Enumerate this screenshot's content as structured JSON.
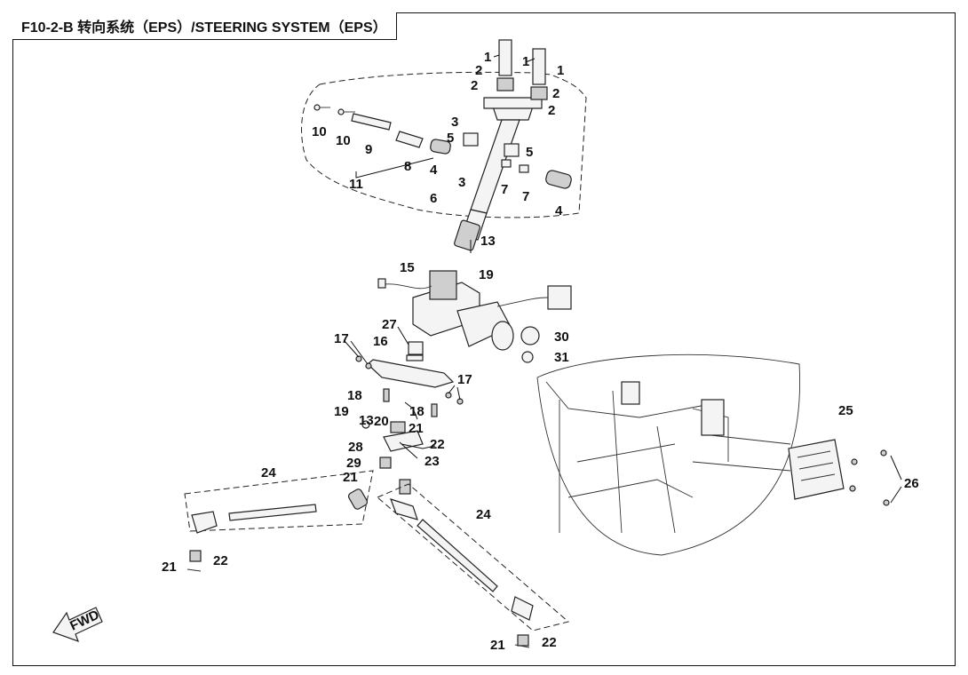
{
  "title": "F10-2-B 转向系统（EPS）/STEERING SYSTEM（EPS）",
  "fwd_label": "FWD",
  "callouts": [
    {
      "id": "c1a",
      "text": "1"
    },
    {
      "id": "c1b",
      "text": "1"
    },
    {
      "id": "c1c",
      "text": "1"
    },
    {
      "id": "c2a",
      "text": "2"
    },
    {
      "id": "c2b",
      "text": "2"
    },
    {
      "id": "c2c",
      "text": "2"
    },
    {
      "id": "c2d",
      "text": "2"
    },
    {
      "id": "c3a",
      "text": "3"
    },
    {
      "id": "c3b",
      "text": "3"
    },
    {
      "id": "c4a",
      "text": "4"
    },
    {
      "id": "c4b",
      "text": "4"
    },
    {
      "id": "c5a",
      "text": "5"
    },
    {
      "id": "c5b",
      "text": "5"
    },
    {
      "id": "c6",
      "text": "6"
    },
    {
      "id": "c7a",
      "text": "7"
    },
    {
      "id": "c7b",
      "text": "7"
    },
    {
      "id": "c8",
      "text": "8"
    },
    {
      "id": "c9",
      "text": "9"
    },
    {
      "id": "c10a",
      "text": "10"
    },
    {
      "id": "c10b",
      "text": "10"
    },
    {
      "id": "c11",
      "text": "11"
    },
    {
      "id": "c13a",
      "text": "13"
    },
    {
      "id": "c13b",
      "text": "13"
    },
    {
      "id": "c15",
      "text": "15"
    },
    {
      "id": "c16",
      "text": "16"
    },
    {
      "id": "c17a",
      "text": "17"
    },
    {
      "id": "c17b",
      "text": "17"
    },
    {
      "id": "c18a",
      "text": "18"
    },
    {
      "id": "c18b",
      "text": "18"
    },
    {
      "id": "c19a",
      "text": "19"
    },
    {
      "id": "c19b",
      "text": "19"
    },
    {
      "id": "c20",
      "text": "20"
    },
    {
      "id": "c21a",
      "text": "21"
    },
    {
      "id": "c21b",
      "text": "21"
    },
    {
      "id": "c21c",
      "text": "21"
    },
    {
      "id": "c21d",
      "text": "21"
    },
    {
      "id": "c22a",
      "text": "22"
    },
    {
      "id": "c22b",
      "text": "22"
    },
    {
      "id": "c22c",
      "text": "22"
    },
    {
      "id": "c23",
      "text": "23"
    },
    {
      "id": "c24a",
      "text": "24"
    },
    {
      "id": "c24b",
      "text": "24"
    },
    {
      "id": "c25",
      "text": "25"
    },
    {
      "id": "c26",
      "text": "26"
    },
    {
      "id": "c27",
      "text": "27"
    },
    {
      "id": "c28",
      "text": "28"
    },
    {
      "id": "c29",
      "text": "29"
    },
    {
      "id": "c30",
      "text": "30"
    },
    {
      "id": "c31",
      "text": "31"
    }
  ]
}
